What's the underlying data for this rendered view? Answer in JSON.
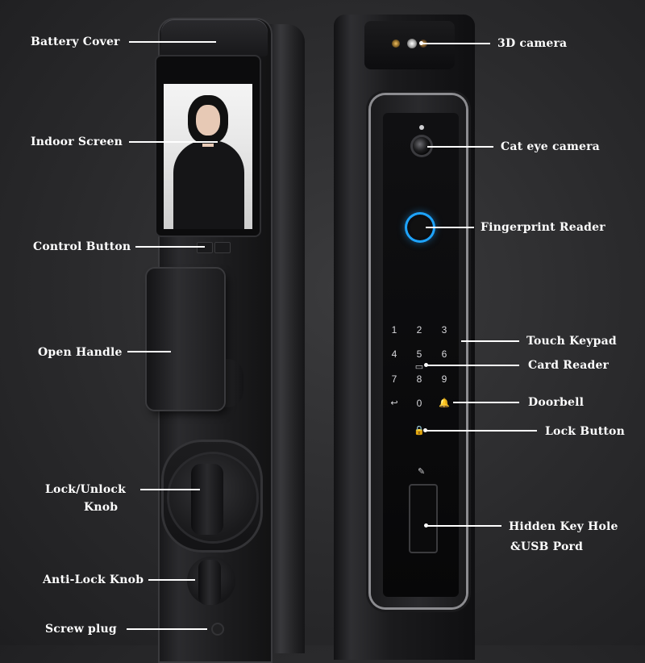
{
  "labels": {
    "battery_cover": "Battery Cover",
    "indoor_screen": "Indoor Screen",
    "control_button": "Control Button",
    "open_handle": "Open Handle",
    "lock_unlock_knob_line1": "Lock/Unlock",
    "lock_unlock_knob_line2": "Knob",
    "anti_lock_knob": "Anti-Lock Knob",
    "screw_plug": "Screw plug",
    "camera_3d": "3D camera",
    "cat_eye_camera": "Cat eye camera",
    "fingerprint_reader": "Fingerprint Reader",
    "touch_keypad": "Touch Keypad",
    "card_reader": "Card Reader",
    "doorbell": "Doorbell",
    "lock_button": "Lock Button",
    "hidden_key_hole_line1": "Hidden Key Hole",
    "hidden_key_hole_line2": "&USB Pord"
  },
  "keypad": {
    "row1": [
      "1",
      "2",
      "3"
    ],
    "row2": [
      "4",
      "5",
      "6"
    ],
    "row3": [
      "7",
      "8",
      "9"
    ],
    "row4": [
      "↩",
      "0",
      "🔔"
    ],
    "lock": "🔒"
  },
  "icons": {
    "fingerprint_ring_color": "#1ea4ff",
    "label_color": "#ffffff"
  }
}
